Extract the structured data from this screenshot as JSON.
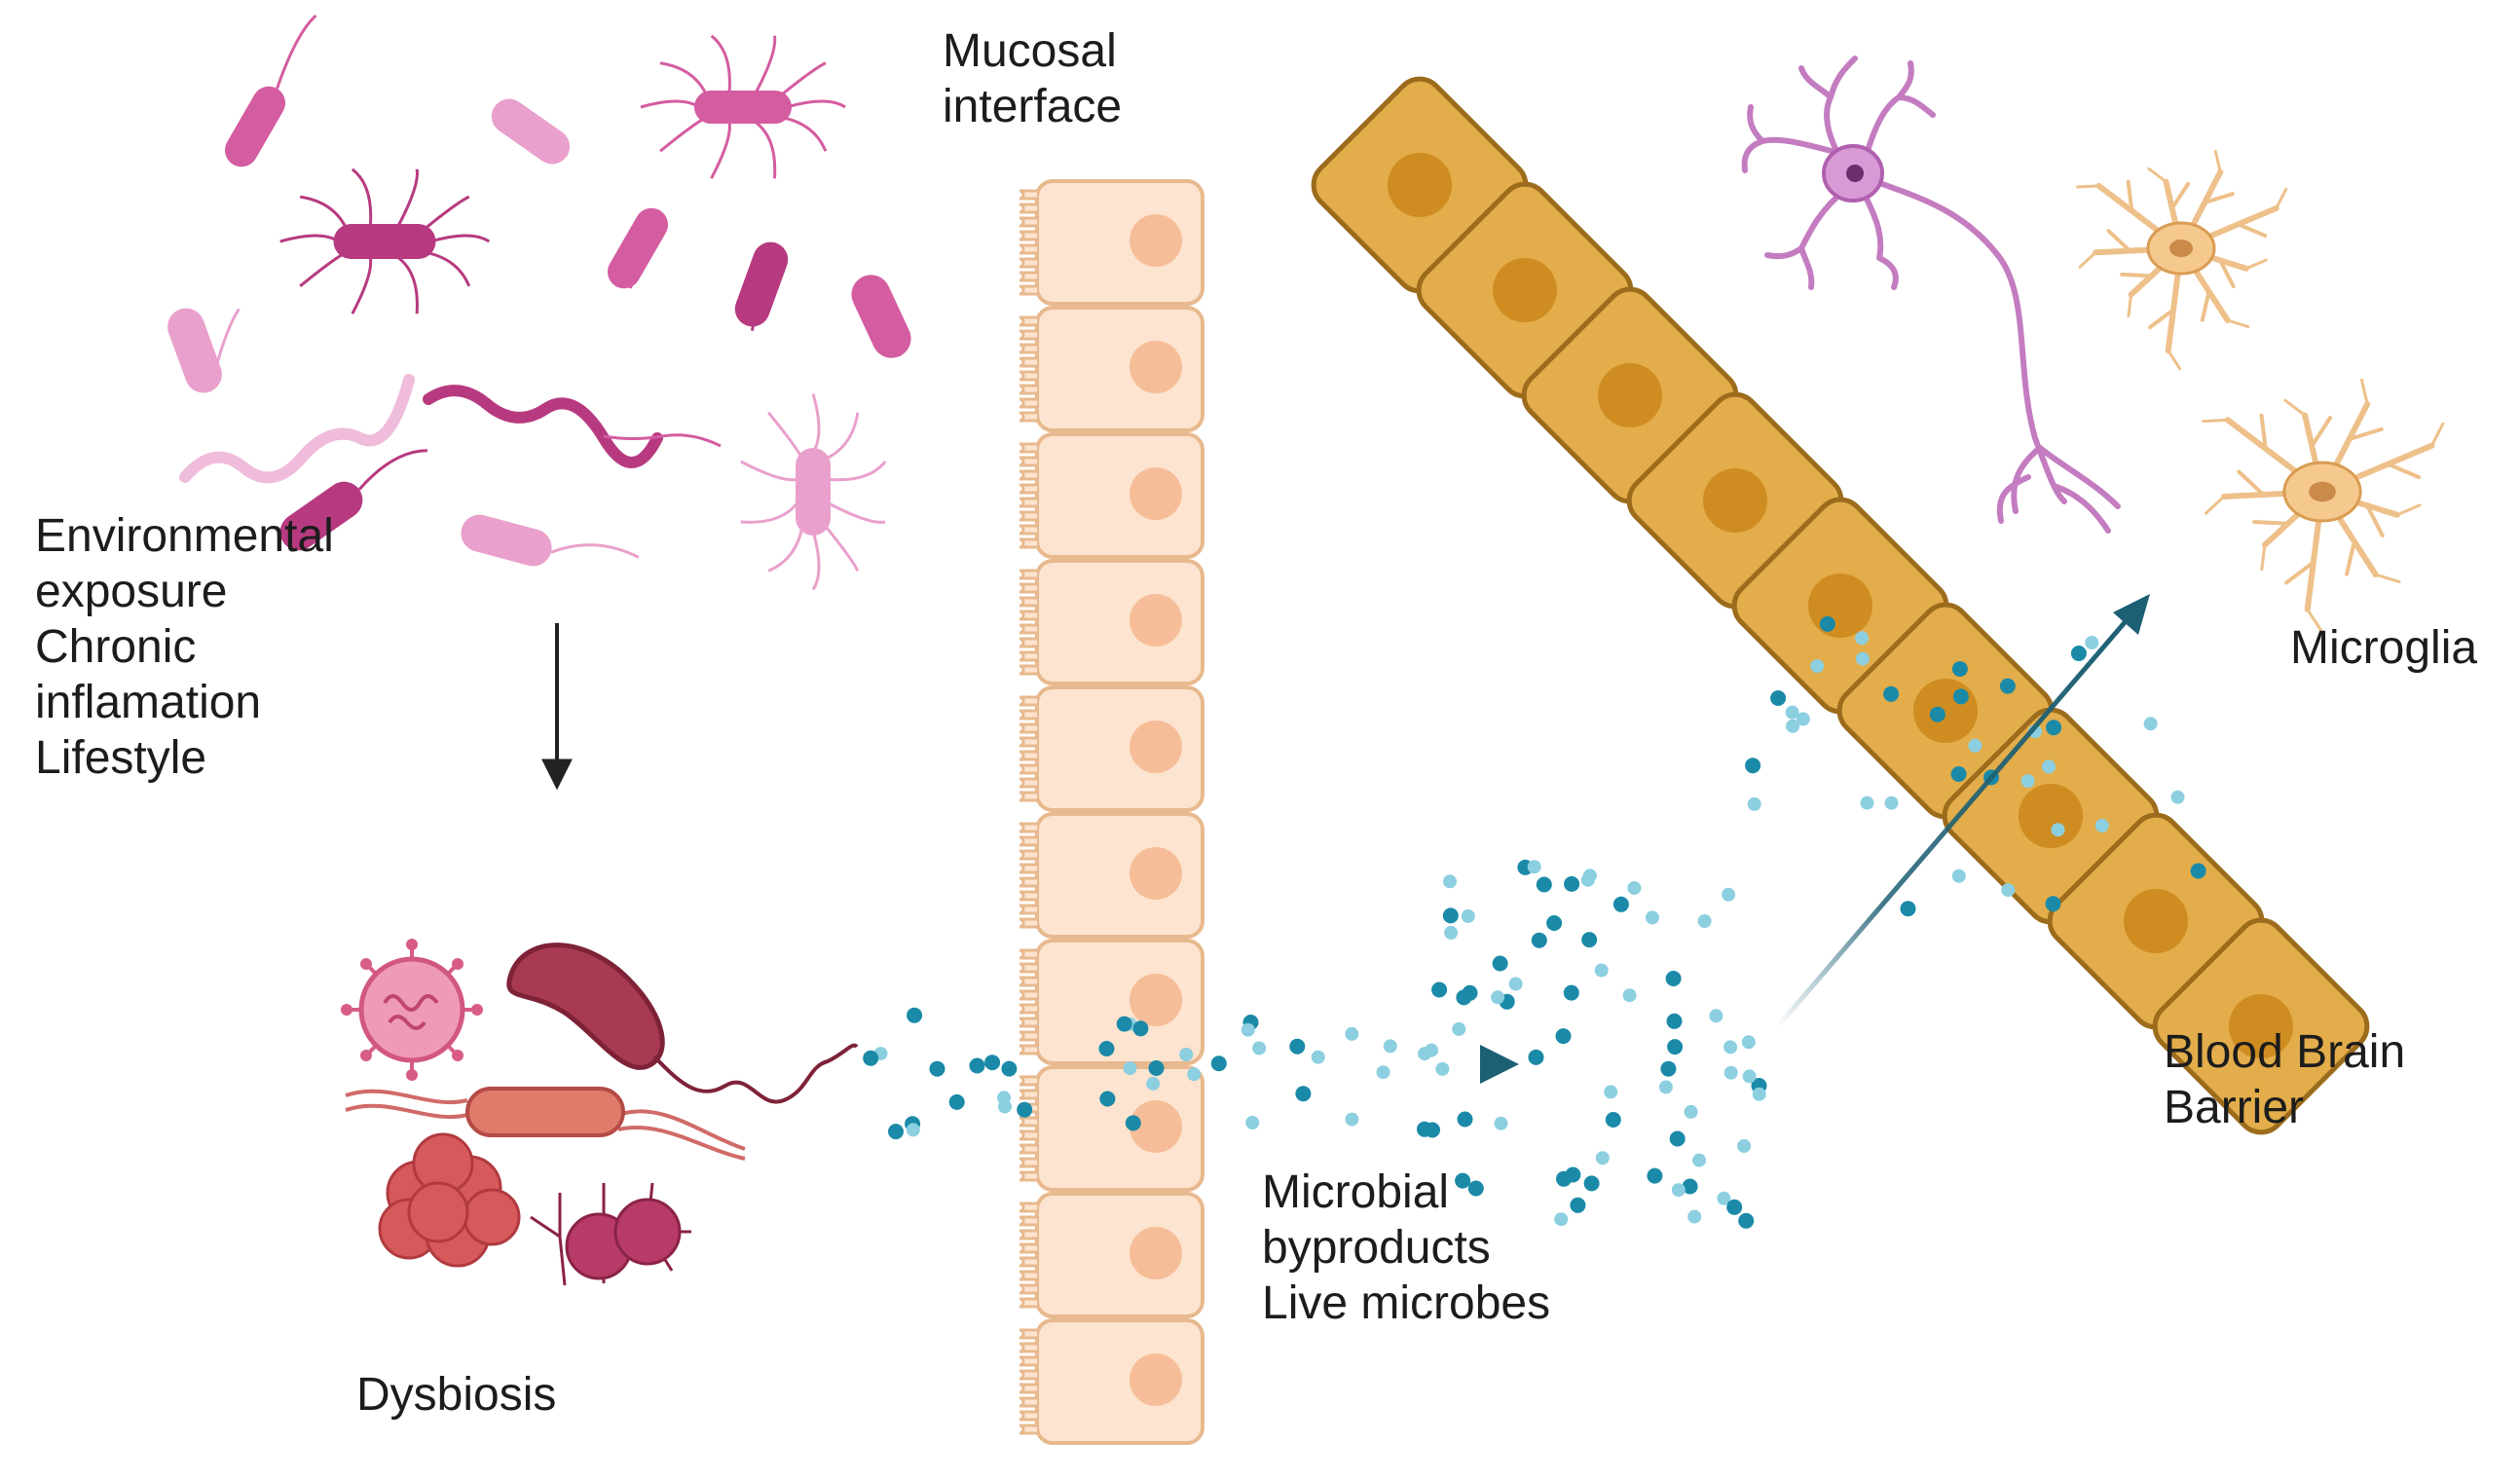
{
  "colors": {
    "commensal_dark": "#b73a80",
    "commensal_mid": "#d45ca0",
    "commensal_light": "#eaa0cc",
    "pathobiont": "#c44a5a",
    "epithelium_fill": "#fde4d0",
    "epithelium_edge": "#e8b98e",
    "epithelium_nucleus": "#f6be98",
    "bbb_fill": "#e2ad4a",
    "bbb_edge": "#9c6c1c",
    "bbb_nucleus": "#cf8c20",
    "neuron": "#c47cc0",
    "microglia": "#eec08a",
    "particles_dark": "#1a8aa8",
    "particles_light": "#8ccfe0",
    "arrow": "#1d5f73"
  },
  "icons": [
    "bacteria-cluster-icon",
    "dysbiosis-microbes-icon",
    "virus-icon",
    "epithelial-cell-icon",
    "blood-brain-barrier-cell-icon",
    "neuron-icon",
    "microglia-icon"
  ],
  "labels": {
    "environment": [
      "Environmental",
      "exposure",
      "Chronic",
      "inflamation",
      "Lifestyle"
    ],
    "mucosal": [
      "Mucosal",
      "interface"
    ],
    "dysbiosis": "Dysbiosis",
    "byproducts": [
      "Microbial",
      "byproducts",
      "Live microbes"
    ],
    "bbb": [
      "Blood Brain",
      "Barrier"
    ],
    "microglia": "Microglia"
  }
}
